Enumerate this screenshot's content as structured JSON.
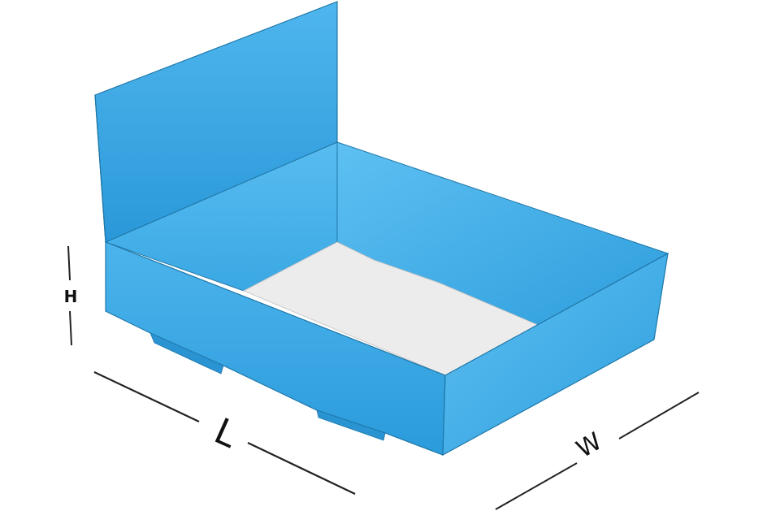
{
  "diagram": {
    "type": "box-dimension-diagram",
    "colors": {
      "box_face": "#3aa8e4",
      "box_face_light": "#5bbcf0",
      "box_face_dark": "#2491d4",
      "box_edge": "#1a6a9c",
      "inner_floor": "#ececec",
      "dimension_line": "#222222"
    },
    "labels": {
      "height": "H",
      "length": "L",
      "width": "W"
    }
  }
}
